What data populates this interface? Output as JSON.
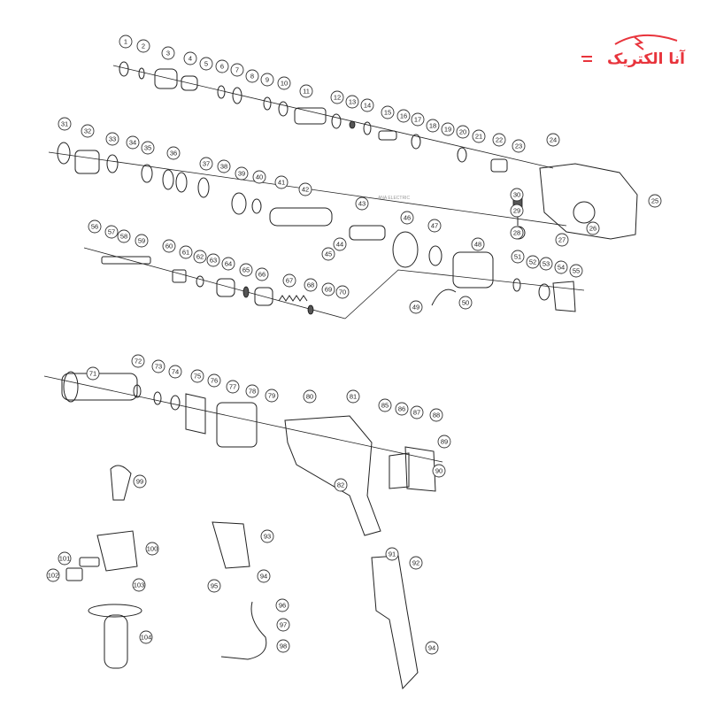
{
  "logo": {
    "text": "آنا الکتریک",
    "color": "#e8343c"
  },
  "watermark": {
    "text": "ANA ELECTRIC"
  },
  "part_numbers": [
    "1",
    "2",
    "3",
    "4",
    "5",
    "6",
    "7",
    "8",
    "9",
    "10",
    "11",
    "12",
    "13",
    "14",
    "15",
    "16",
    "17",
    "18",
    "19",
    "20",
    "21",
    "22",
    "23",
    "24",
    "25",
    "26",
    "27",
    "28",
    "29",
    "30",
    "31",
    "32",
    "33",
    "34",
    "35",
    "36",
    "37",
    "38",
    "39",
    "40",
    "41",
    "42",
    "43",
    "44",
    "45",
    "46",
    "47",
    "48",
    "49",
    "50",
    "51",
    "52",
    "53",
    "54",
    "55",
    "56",
    "57",
    "58",
    "59",
    "60",
    "61",
    "62",
    "63",
    "64",
    "65",
    "66",
    "67",
    "68",
    "69",
    "70",
    "71",
    "72",
    "73",
    "74",
    "75",
    "76",
    "77",
    "78",
    "79",
    "80",
    "81",
    "82",
    "85",
    "86",
    "87",
    "88",
    "89",
    "90",
    "91",
    "92",
    "93",
    "94",
    "95",
    "96",
    "97",
    "98",
    "99",
    "100",
    "101",
    "102",
    "103",
    "104",
    "94"
  ]
}
